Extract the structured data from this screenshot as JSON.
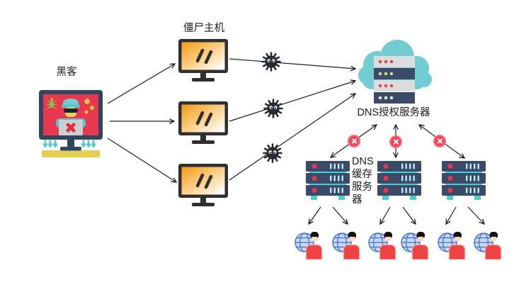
{
  "diagram": {
    "labels": {
      "hacker": "黑客",
      "zombie_hosts": "僵尸主机",
      "dns_auth_server": "DNS授权服务器",
      "dns_cache_server": "DNS\n缓存\n服务\n器"
    },
    "counts": {
      "zombie_hosts": 3,
      "malware_packets": 3,
      "cache_servers": 3,
      "blocked_links": 3,
      "users": 6
    },
    "connections": [
      "hacker → zombie hosts (3 arrows)",
      "zombie hosts → DNS授权服务器 (malware on each link)",
      "DNS授权服务器 ↔ DNS缓存服务器 ×3 (each link blocked with red ✕)",
      "DNS缓存服务器 → end users (2 each, 6 total)"
    ],
    "colors": {
      "arrow": "#1e1e1e",
      "monitor_frame": "#2f2f2f",
      "screen_orange": "#f29b13",
      "hacker_screen_red": "#e8384f",
      "teal_accent": "#57c7cd",
      "cloud_teal": "#74ccd3",
      "server_dark": "#3b4a66",
      "server_light": "#dcdcdc",
      "dot_red": "#e8384f",
      "blocked_red": "#f5465d",
      "base_yellow": "#e5cf52",
      "globe_blue": "#3e6ed2",
      "user_body_red": "#ee4343"
    }
  }
}
